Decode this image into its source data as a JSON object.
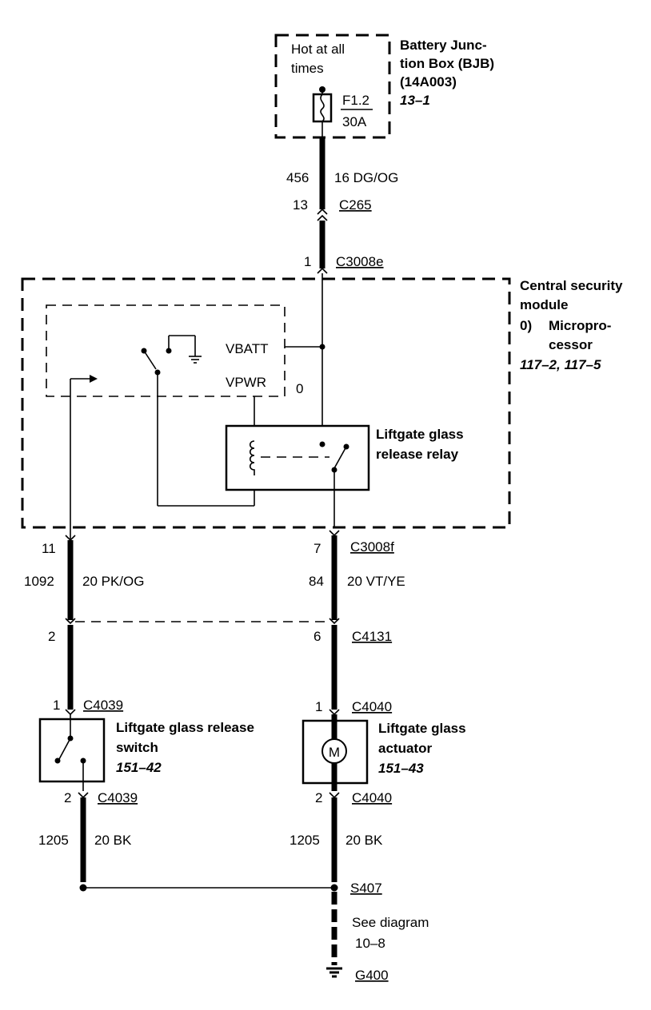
{
  "bjb": {
    "hot_label_1": "Hot at all",
    "hot_label_2": "times",
    "fuse_id": "F1.2",
    "fuse_rating": "30A",
    "title_1": "Battery Junc-",
    "title_2": "tion Box (BJB)",
    "title_3": "(14A003)",
    "ref": "13–1"
  },
  "wire_top": {
    "circuit": "456",
    "gauge_color": "16 DG/OG"
  },
  "conn_c265": {
    "pin": "13",
    "name": "C265"
  },
  "conn_c3008e": {
    "pin": "1",
    "name": "C3008e"
  },
  "csm": {
    "title_1": "Central security",
    "title_2": "module",
    "sub_num": "0)",
    "sub_title_1": "Micropro-",
    "sub_title_2": "cessor",
    "ref": "117–2, 117–5",
    "vbatt": "VBATT",
    "vpwr": "VPWR",
    "zero": "0",
    "relay_1": "Liftgate glass",
    "relay_2": "release relay"
  },
  "conn_c3008f": {
    "pin_left": "11",
    "pin_right": "7",
    "name": "C3008f"
  },
  "wire_left_mid": {
    "circuit": "1092",
    "gauge_color": "20 PK/OG"
  },
  "wire_right_mid": {
    "circuit": "84",
    "gauge_color": "20 VT/YE"
  },
  "conn_c4131": {
    "pin_left": "2",
    "pin_right": "6",
    "name": "C4131"
  },
  "switch": {
    "pin_top": "1",
    "conn_top": "C4039",
    "title_1": "Liftgate glass release",
    "title_2": "switch",
    "ref": "151–42",
    "pin_bottom": "2",
    "conn_bottom": "C4039"
  },
  "actuator": {
    "pin_top": "1",
    "conn_top": "C4040",
    "title_1": "Liftgate glass",
    "title_2": "actuator",
    "ref": "151–43",
    "motor": "M",
    "pin_bottom": "2",
    "conn_bottom": "C4040"
  },
  "wire_left_bot": {
    "circuit": "1205",
    "gauge_color": "20 BK"
  },
  "wire_right_bot": {
    "circuit": "1205",
    "gauge_color": "20 BK"
  },
  "splice": {
    "name": "S407",
    "note_1": "See diagram",
    "note_2": "10–8"
  },
  "ground": {
    "name": "G400"
  }
}
